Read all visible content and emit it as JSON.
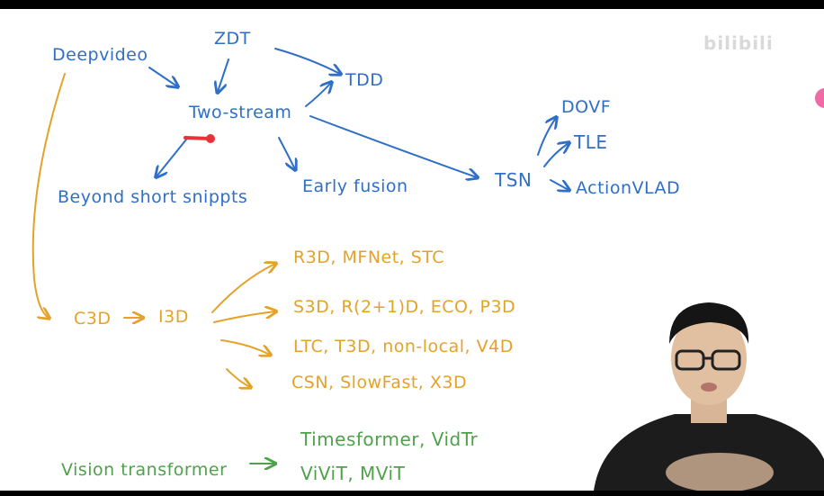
{
  "watermark": "bilibili",
  "nodes": {
    "deepvideo": "Deepvideo",
    "zdt": "ZDT",
    "tdd": "TDD",
    "two_stream": "Two-stream",
    "beyond": "Beyond short snippts",
    "early_fusion": "Early fusion",
    "tsn": "TSN",
    "dovf": "DOVF",
    "tle": "TLE",
    "action_vlad": "ActionVLAD",
    "c3d": "C3D",
    "i3d": "I3D",
    "r3d_line": "R3D, MFNet, STC",
    "s3d_line": "S3D, R(2+1)D, ECO, P3D",
    "ltc_line": "LTC, T3D, non-local, V4D",
    "csn_line": "CSN, SlowFast, X3D",
    "vision_transformer": "Vision transformer",
    "timesformer_line": "Timesformer, VidTr",
    "vivit_line": "ViViT, MViT"
  },
  "colors": {
    "blue": "#2f6fc7",
    "orange": "#e5a229",
    "green": "#4ea24a",
    "red": "#e8323a",
    "pink": "#f06aa5"
  }
}
